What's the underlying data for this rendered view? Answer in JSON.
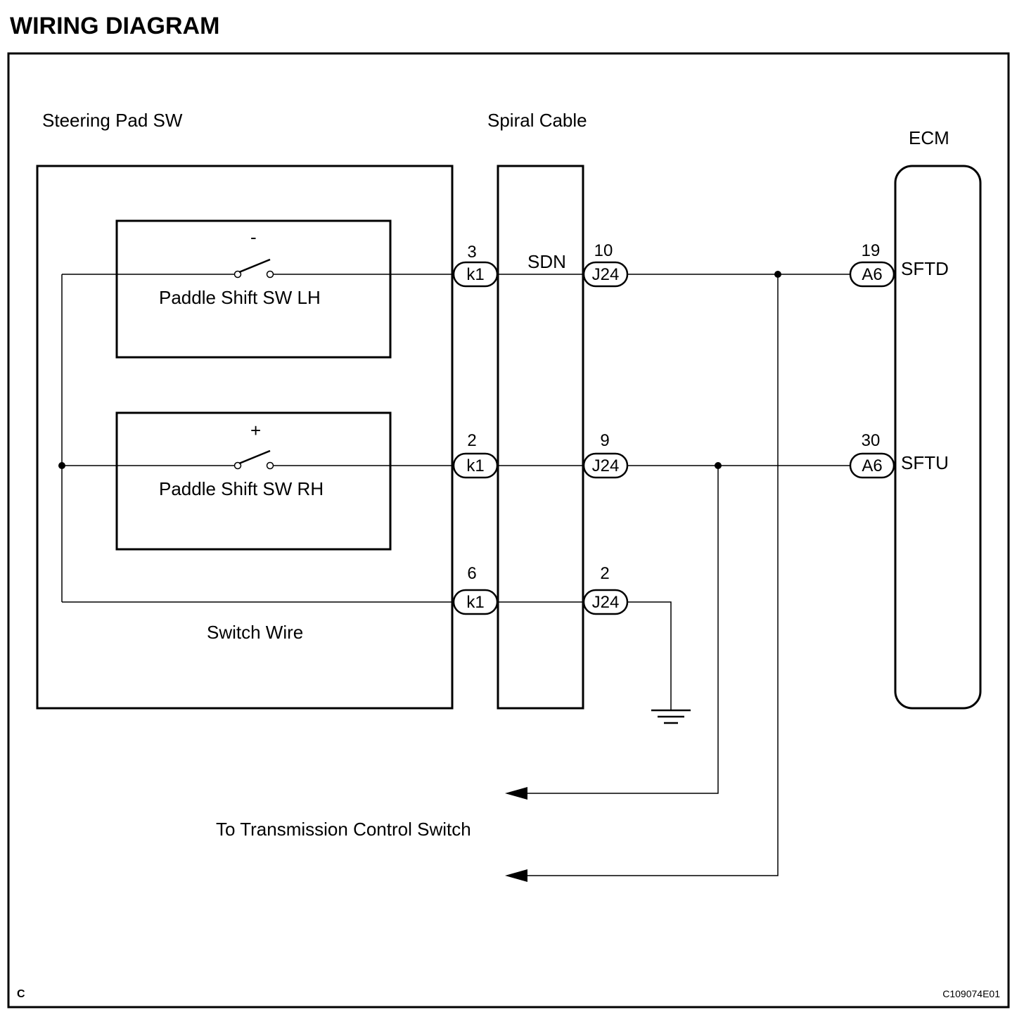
{
  "title": "WIRING DIAGRAM",
  "components": {
    "steering_pad_sw": "Steering Pad SW",
    "spiral_cable": "Spiral Cable",
    "ecm": "ECM",
    "paddle_lh": "Paddle Shift SW LH",
    "paddle_rh": "Paddle Shift SW RH",
    "switch_wire": "Switch Wire",
    "minus_sign": "-",
    "plus_sign": "+"
  },
  "signals": {
    "sdn": "SDN",
    "sftd": "SFTD",
    "sftu": "SFTU"
  },
  "connectors": {
    "k1_top": {
      "pin": "3",
      "name": "k1"
    },
    "k1_mid": {
      "pin": "2",
      "name": "k1"
    },
    "k1_bot": {
      "pin": "6",
      "name": "k1"
    },
    "j24_top": {
      "pin": "10",
      "name": "J24"
    },
    "j24_mid": {
      "pin": "9",
      "name": "J24"
    },
    "j24_bot": {
      "pin": "2",
      "name": "J24"
    },
    "a6_top": {
      "pin": "19",
      "name": "A6"
    },
    "a6_mid": {
      "pin": "30",
      "name": "A6"
    }
  },
  "destination": "To Transmission Control Switch",
  "footer": {
    "left_code": "C",
    "figure_id": "C109074E01"
  }
}
